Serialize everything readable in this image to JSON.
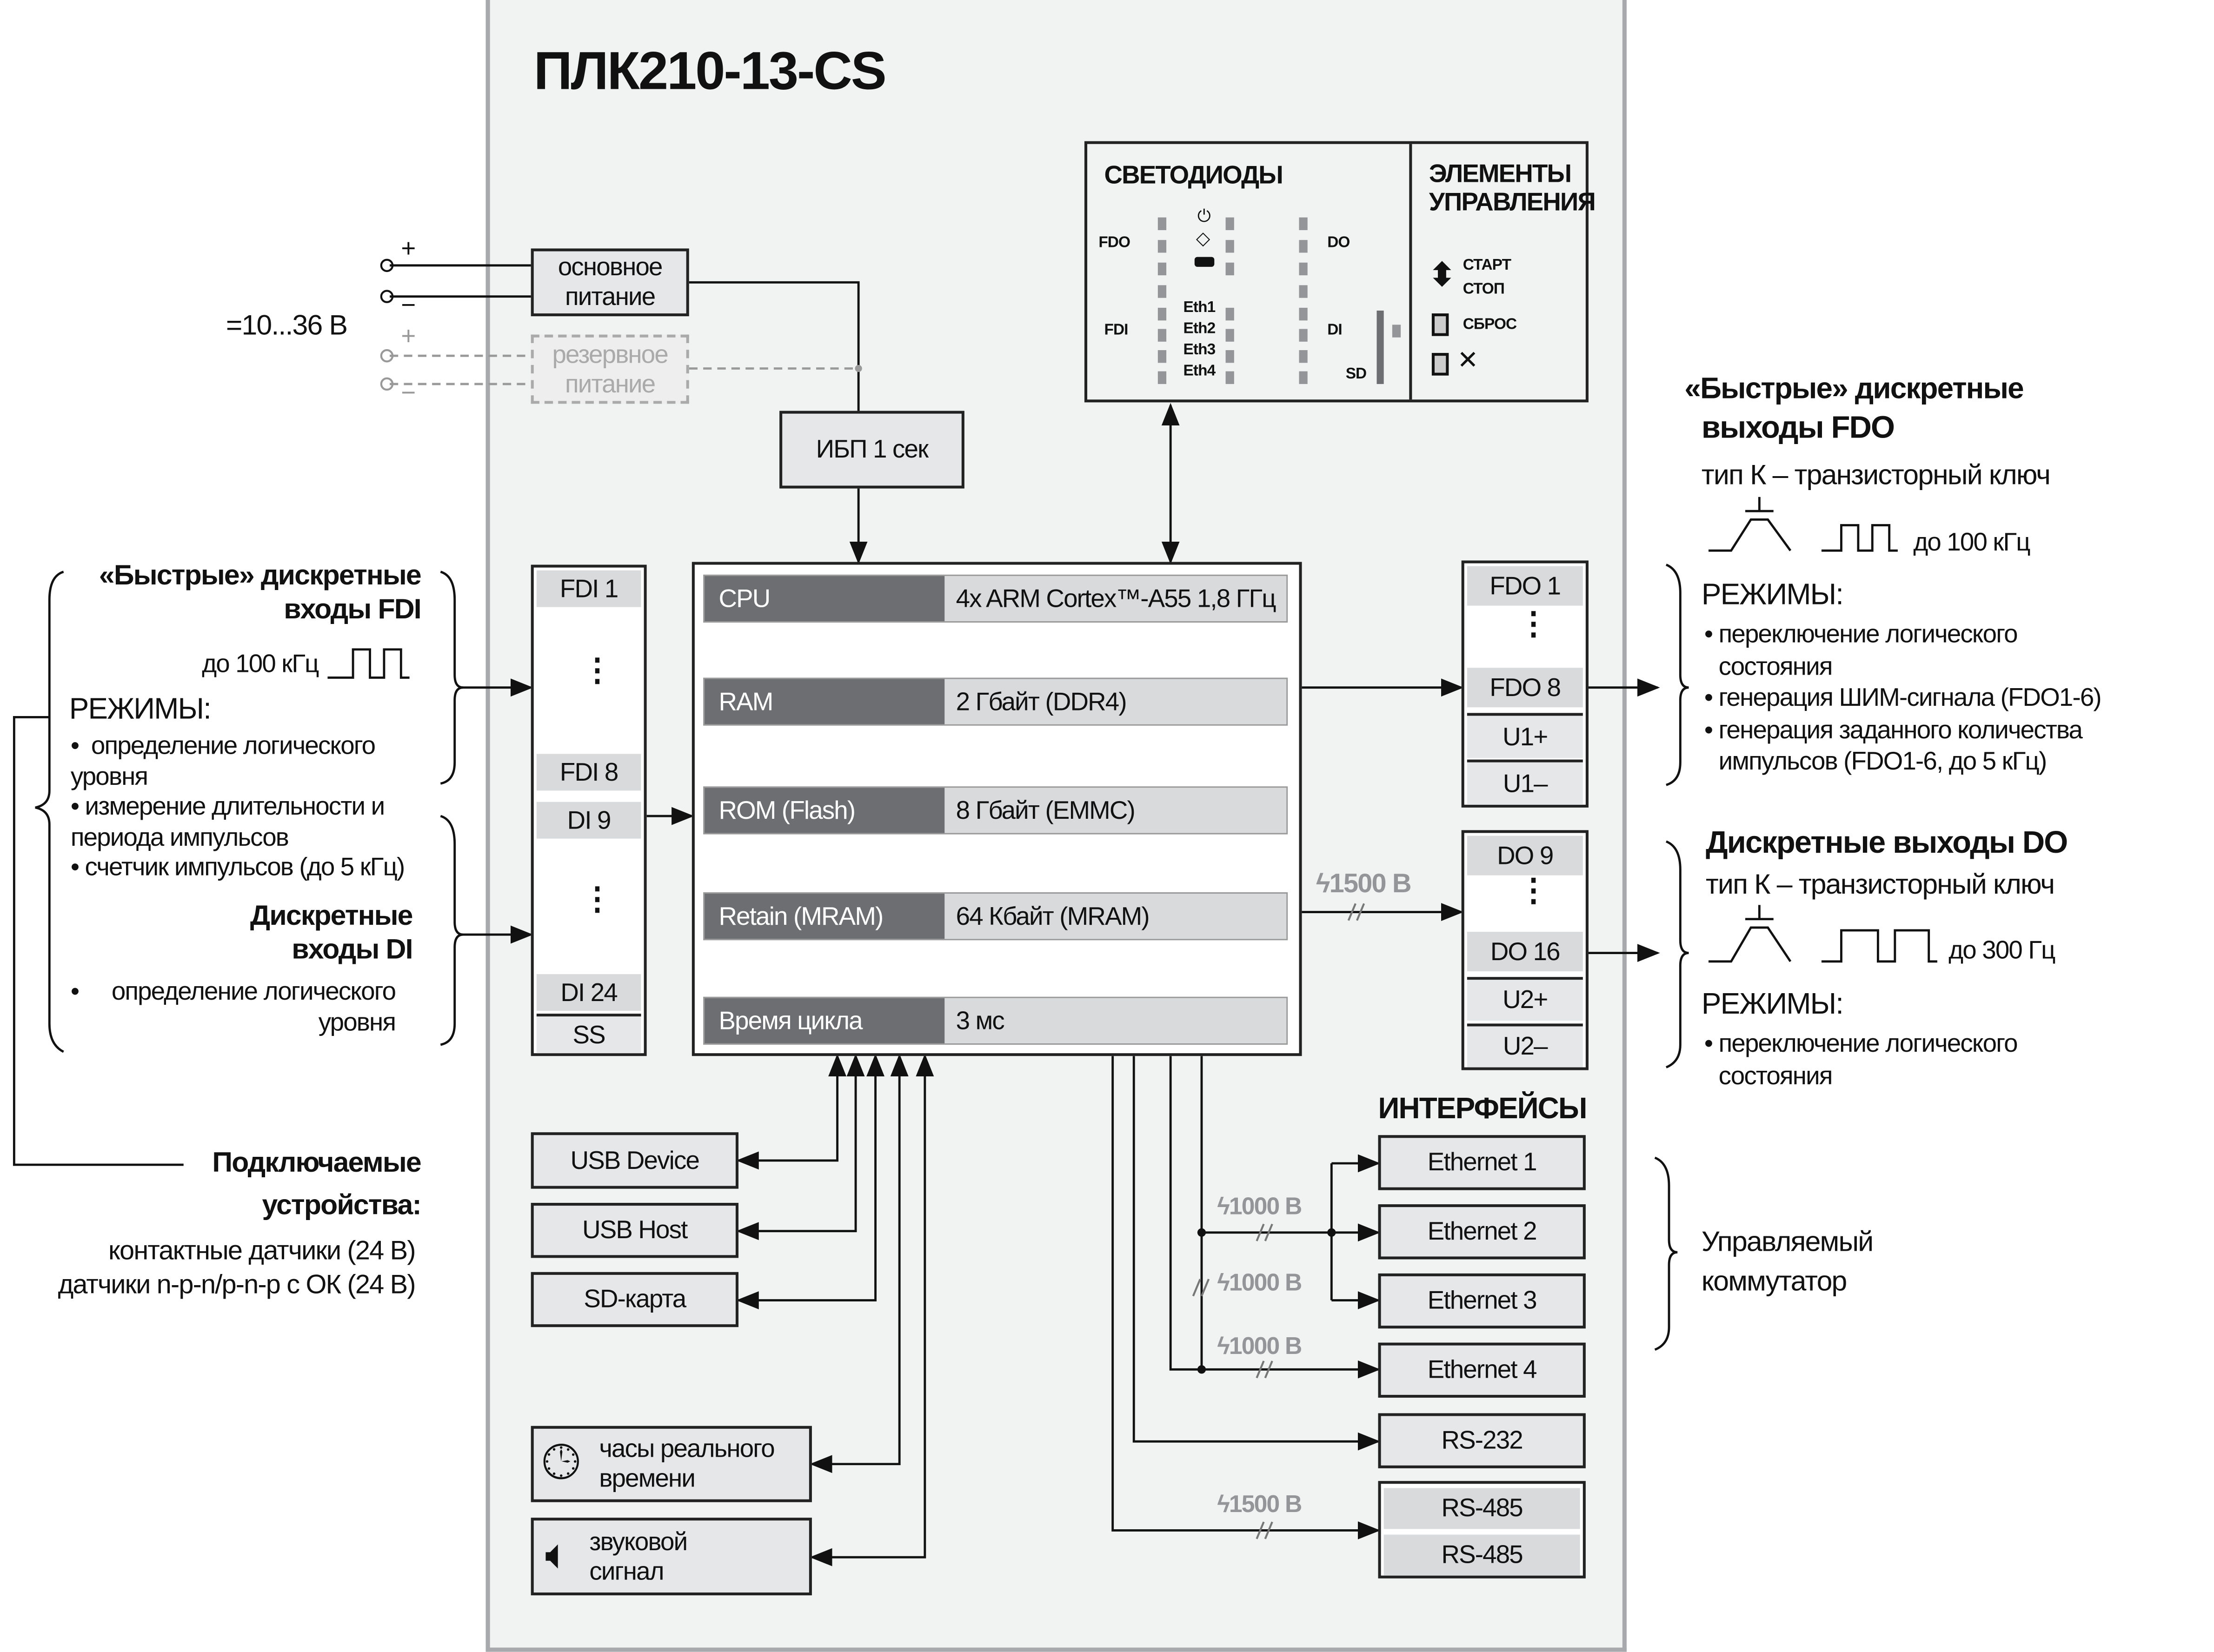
{
  "title": "ПЛК210-13-CS",
  "power": {
    "main_label": "основное питание",
    "reserve_label": "резервное питание",
    "voltage": "=10...36 В",
    "plus": "+",
    "minus": "−",
    "ups_label": "ИБП 1 сек"
  },
  "led_panel": {
    "title": "СВЕТОДИОДЫ",
    "fdo": "FDO",
    "fdi": "FDI",
    "do": "DO",
    "di": "DI",
    "sd": "SD",
    "eth": [
      "Eth1",
      "Eth2",
      "Eth3",
      "Eth4"
    ],
    "icons": [
      "power-icon",
      "run-icon",
      "battery-icon"
    ]
  },
  "controls_panel": {
    "title": "ЭЛЕМЕНТЫ УПРАВЛЕНИЯ",
    "start": "СТАРТ",
    "stop": "СТОП",
    "reset": "СБРОС"
  },
  "inputs_column": {
    "fdi_first": "FDI 1",
    "fdi_last": "FDI 8",
    "di_first": "DI 9",
    "di_last": "DI 24",
    "ss": "SS",
    "dots": "⋮"
  },
  "cpu_block": {
    "rows": [
      {
        "key": "CPU",
        "value": "4x ARM Cortex™-A55 1,8 ГГц"
      },
      {
        "key": "RAM",
        "value": "2 Гбайт (DDR4)"
      },
      {
        "key": "ROM (Flash)",
        "value": "8 Гбайт (EMMC)"
      },
      {
        "key": "Retain (MRAM)",
        "value": "64 Кбайт (MRAM)"
      },
      {
        "key": "Время цикла",
        "value": "3 мс"
      }
    ]
  },
  "fdo_column": {
    "first": "FDO 1",
    "last": "FDO 8",
    "u_plus": "U1+",
    "u_minus": "U1–",
    "dots": "⋮"
  },
  "do_column": {
    "first": "DO 9",
    "last": "DO 16",
    "u_plus": "U2+",
    "u_minus": "U2–",
    "dots": "⋮"
  },
  "isolation": {
    "do": "1500 В",
    "eth": [
      "1000 В",
      "1000 В",
      "1000 В"
    ],
    "rs485": "1500 В"
  },
  "peripherals": {
    "usb_device": "USB Device",
    "usb_host": "USB Host",
    "sd_card": "SD-карта",
    "rtc": "часы реального времени",
    "buzzer": "звуковой сигнал"
  },
  "interfaces": {
    "title": "ИНТЕРФЕЙСЫ",
    "items": [
      "Ethernet 1",
      "Ethernet 2",
      "Ethernet 3",
      "Ethernet 4",
      "RS-232"
    ],
    "rs485": [
      "RS-485",
      "RS-485"
    ],
    "switch_note": "Управляемый коммутатор"
  },
  "left_text": {
    "fdi_title_1": "«Быстрые» дискретные",
    "fdi_title_2": "входы FDI",
    "fdi_freq": "до 100 кГц",
    "modes": "РЕЖИМЫ:",
    "fdi_modes": [
      "определение логического уровня",
      "измерение длительности и периода импульсов",
      "счетчик импульсов (до 5 кГц)"
    ],
    "di_title_1": "Дискретные",
    "di_title_2": "входы DI",
    "di_modes": [
      "определение логического уровня"
    ],
    "devices_title_1": "Подключаемые",
    "devices_title_2": "устройства:",
    "devices": [
      "контактные датчики (24 В)",
      "датчики n-p-n/p-n-p с ОК (24 В)"
    ]
  },
  "right_text": {
    "fdo_title_1": "«Быстрые» дискретные",
    "fdo_title_2": "выходы FDO",
    "fdo_type": "тип К – транзисторный ключ",
    "fdo_freq": "до 100 кГц",
    "modes": "РЕЖИМЫ:",
    "fdo_modes": [
      "переключение логического состояния",
      "генерация ШИМ-сигнала  (FDO1-6)",
      "генерация заданного количества импульсов  (FDO1-6, до 5 кГц)"
    ],
    "do_title": "Дискретные выходы DO",
    "do_type": "тип К – транзисторный ключ",
    "do_freq": "до 300 Гц",
    "do_modes": [
      "переключение логического состояния"
    ]
  },
  "colors": {
    "frame": "#a7a9ac",
    "panel": "#f1f2f2",
    "dark_cell": "#6d6e71",
    "light_cell": "#d9dadb",
    "isolation": "#939598"
  }
}
